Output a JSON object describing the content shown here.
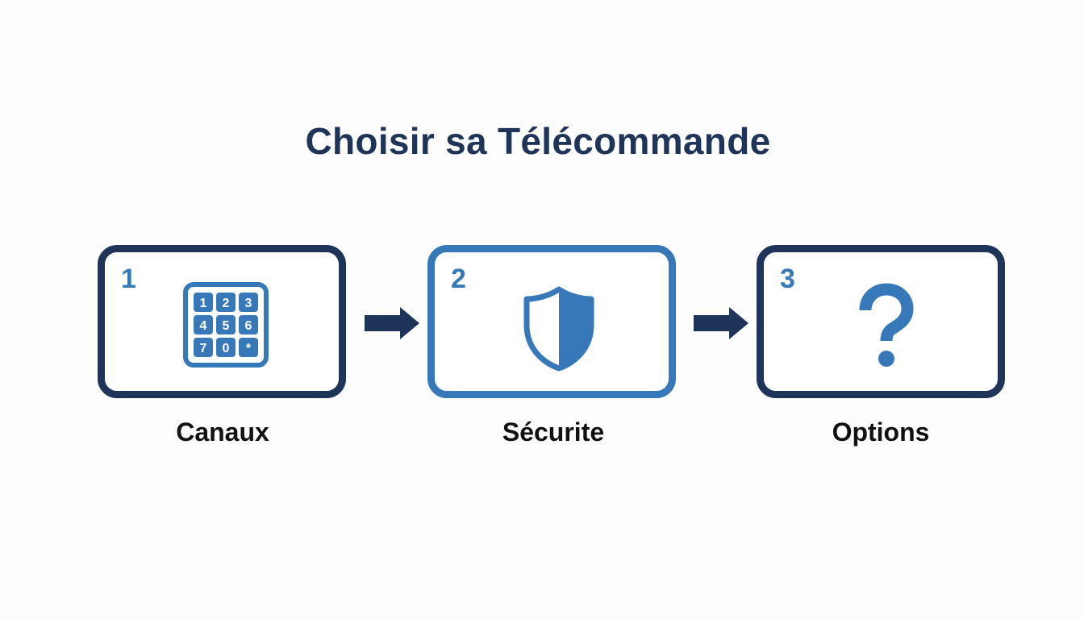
{
  "title": "Choisir sa Télécommande",
  "steps": [
    {
      "number": "1",
      "label": "Canaux",
      "icon": "keypad-icon",
      "keys": [
        "1",
        "2",
        "3",
        "4",
        "5",
        "6",
        "7",
        "0",
        "*"
      ]
    },
    {
      "number": "2",
      "label": "Sécurite",
      "icon": "shield-icon"
    },
    {
      "number": "3",
      "label": "Options",
      "icon": "question-mark-icon",
      "symbol": "?"
    }
  ],
  "colors": {
    "dark_navy": "#1f3459",
    "accent_blue": "#3678b8",
    "label_text": "#111111",
    "background": "#fdfdfe"
  }
}
